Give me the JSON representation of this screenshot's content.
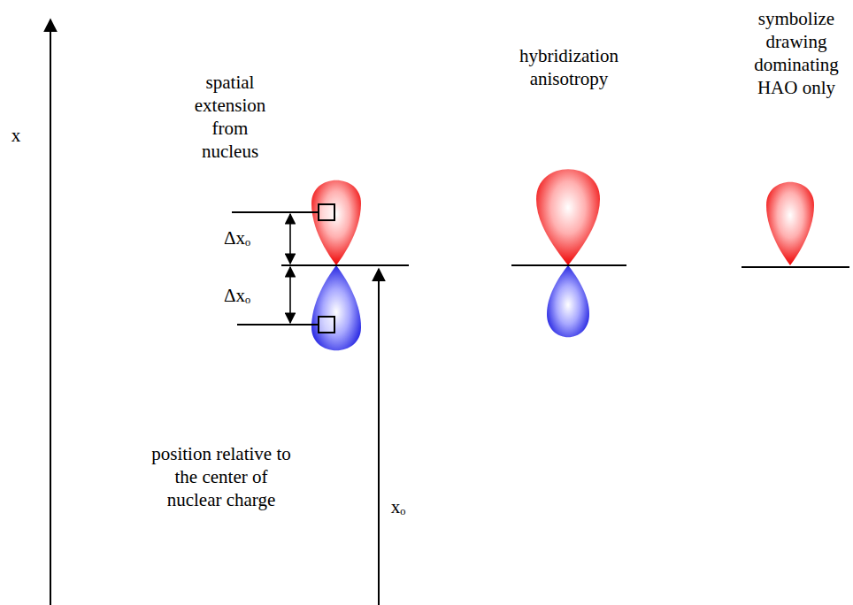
{
  "diagram": {
    "labels": [
      "x",
      "spatial extension from nucleus",
      "hybridization anisotropy",
      "symbolize drawing dominating HAO only",
      "Δxₒ",
      "Δxₒ",
      "position relative to the center of nuclear charge",
      "xₒ"
    ]
  }
}
